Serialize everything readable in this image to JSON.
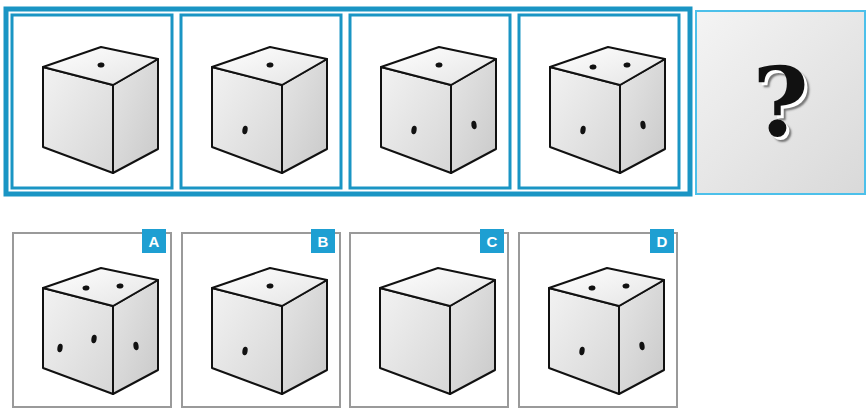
{
  "diagram": {
    "nodes": [
      {
        "text": [
          "?"
        ]
      },
      {
        "text": [
          "A"
        ]
      },
      {
        "text": [
          "B"
        ]
      },
      {
        "text": [
          "C"
        ]
      },
      {
        "text": [
          "D"
        ]
      }
    ]
  }
}
